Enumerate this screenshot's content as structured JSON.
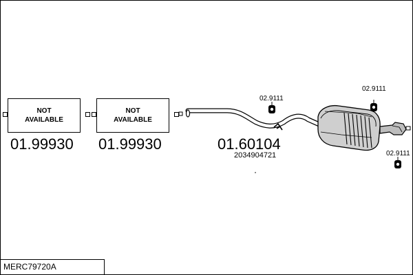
{
  "parts": [
    {
      "number": "01.99930",
      "line1": "NOT",
      "line2": "AVAILABLE"
    },
    {
      "number": "01.99930",
      "line1": "NOT",
      "line2": "AVAILABLE"
    },
    {
      "number": "01.60104",
      "oem": "2034904721"
    }
  ],
  "hangers": [
    "02.9111",
    "02.9111",
    "02.9111"
  ],
  "code": "MERC79720A"
}
